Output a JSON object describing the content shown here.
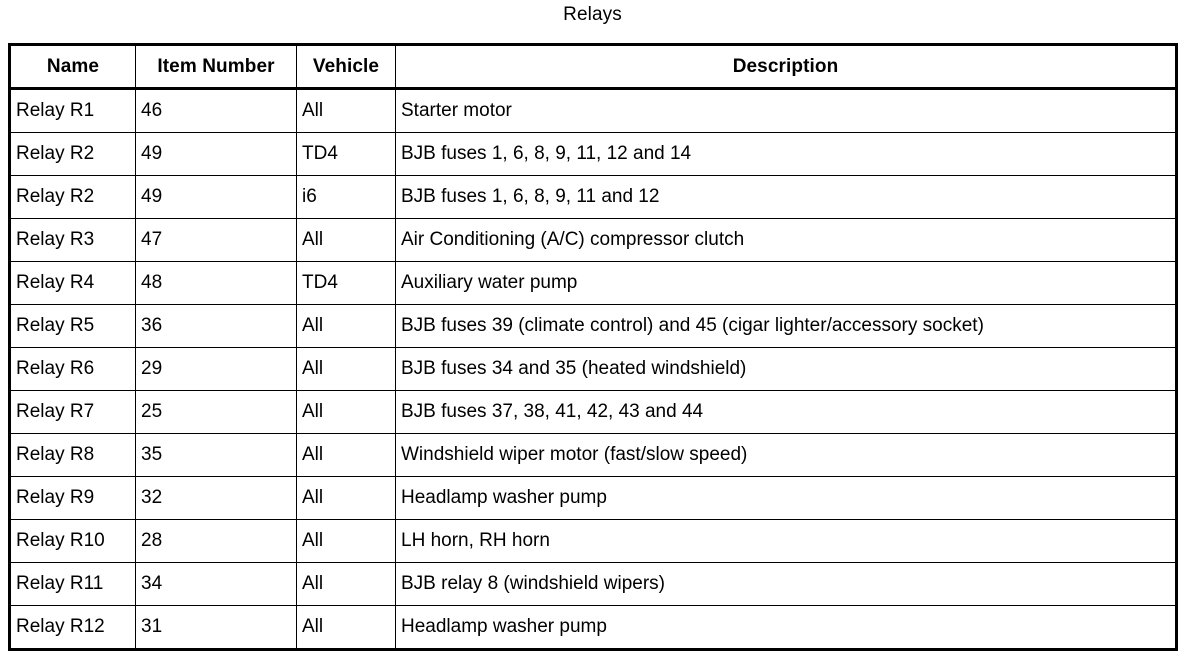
{
  "document": {
    "title": "Relays"
  },
  "table": {
    "columns": [
      {
        "key": "name",
        "label": "Name"
      },
      {
        "key": "item_number",
        "label": "Item Number"
      },
      {
        "key": "vehicle",
        "label": "Vehicle"
      },
      {
        "key": "description",
        "label": "Description"
      }
    ],
    "rows": [
      {
        "name": "Relay R1",
        "item_number": "46",
        "vehicle": "All",
        "description": "Starter motor"
      },
      {
        "name": "Relay R2",
        "item_number": "49",
        "vehicle": "TD4",
        "description": "BJB fuses 1, 6, 8, 9, 11, 12 and 14"
      },
      {
        "name": "Relay R2",
        "item_number": "49",
        "vehicle": "i6",
        "description": "BJB fuses 1, 6, 8, 9, 11 and 12"
      },
      {
        "name": "Relay R3",
        "item_number": "47",
        "vehicle": "All",
        "description": "Air Conditioning (A/C) compressor clutch"
      },
      {
        "name": "Relay R4",
        "item_number": "48",
        "vehicle": "TD4",
        "description": "Auxiliary water pump"
      },
      {
        "name": "Relay R5",
        "item_number": "36",
        "vehicle": "All",
        "description": "BJB fuses 39 (climate control) and 45 (cigar lighter/accessory socket)"
      },
      {
        "name": "Relay R6",
        "item_number": "29",
        "vehicle": "All",
        "description": "BJB fuses 34 and 35 (heated windshield)"
      },
      {
        "name": "Relay R7",
        "item_number": "25",
        "vehicle": "All",
        "description": "BJB fuses 37, 38, 41, 42, 43 and 44"
      },
      {
        "name": "Relay R8",
        "item_number": "35",
        "vehicle": "All",
        "description": "Windshield wiper motor (fast/slow speed)"
      },
      {
        "name": "Relay R9",
        "item_number": "32",
        "vehicle": "All",
        "description": "Headlamp washer pump"
      },
      {
        "name": "Relay R10",
        "item_number": "28",
        "vehicle": "All",
        "description": "LH horn, RH horn"
      },
      {
        "name": "Relay R11",
        "item_number": "34",
        "vehicle": "All",
        "description": "BJB relay 8 (windshield wipers)"
      },
      {
        "name": "Relay R12",
        "item_number": "31",
        "vehicle": "All",
        "description": "Headlamp washer pump"
      }
    ]
  },
  "colors": {
    "text": "#000000",
    "background": "#ffffff",
    "border": "#000000"
  }
}
